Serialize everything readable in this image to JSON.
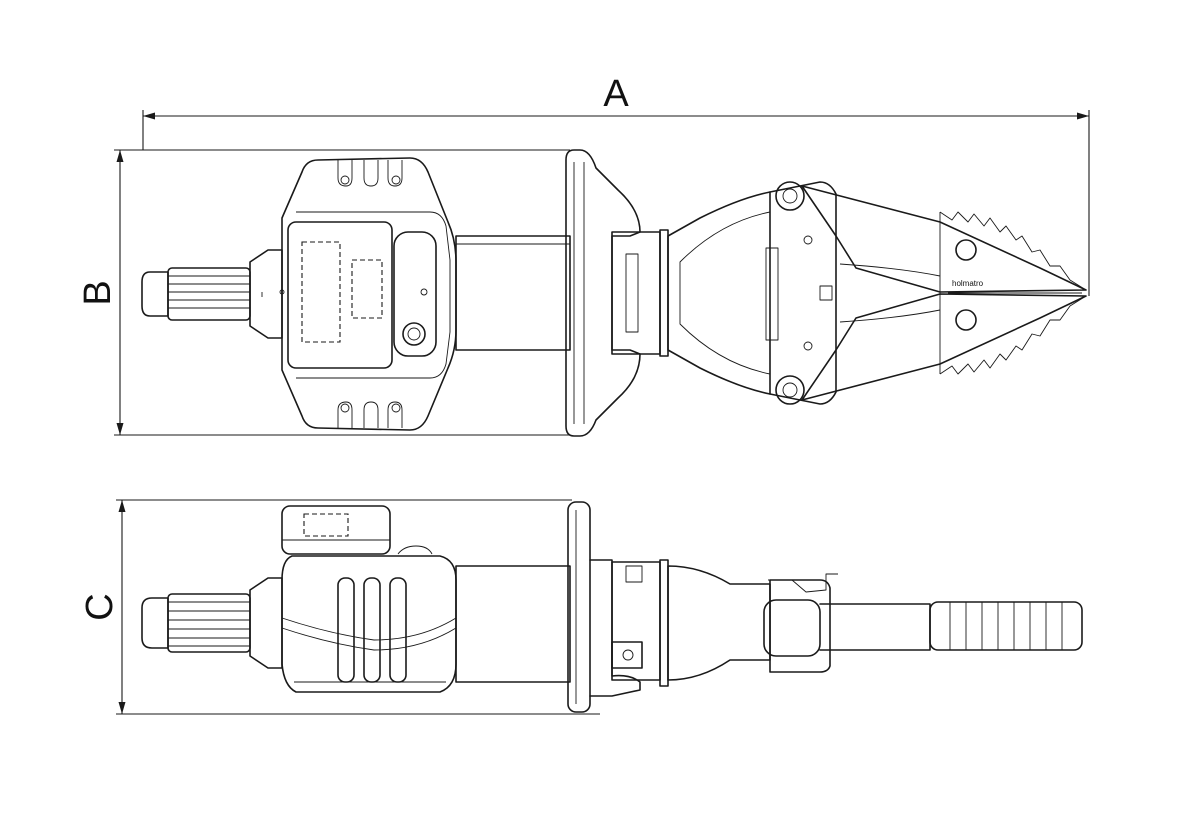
{
  "dimensions": {
    "a_label": "A",
    "b_label": "B",
    "c_label": "C"
  },
  "tool": {
    "brand_text": "holmatro"
  },
  "colors": {
    "line": "#1a1a1a",
    "background": "#ffffff"
  }
}
